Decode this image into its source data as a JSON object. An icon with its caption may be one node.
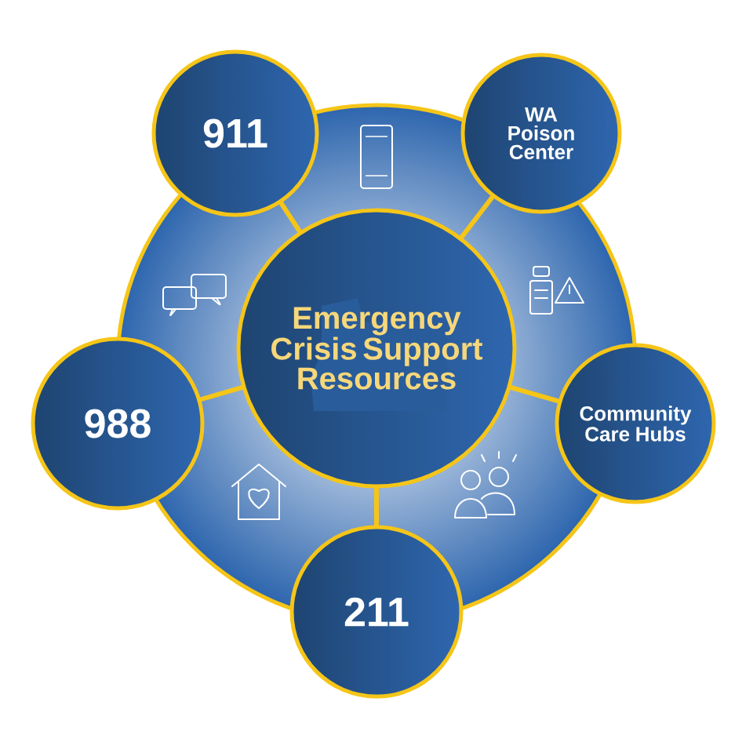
{
  "diagram": {
    "nodes": [
      {
        "text": [
          "Emergency Crisis Support Resources"
        ]
      },
      {
        "text": [
          "911"
        ]
      },
      {
        "text": [
          "WA Poison Center"
        ]
      },
      {
        "text": [
          "988"
        ]
      },
      {
        "text": [
          "Community Care Hubs"
        ]
      },
      {
        "text": [
          "211"
        ]
      }
    ],
    "edges": [
      {
        "from": 0,
        "to": 1,
        "arrow": "none"
      },
      {
        "from": 0,
        "to": 2,
        "arrow": "none"
      },
      {
        "from": 0,
        "to": 4,
        "arrow": "none"
      },
      {
        "from": 0,
        "to": 5,
        "arrow": "none"
      },
      {
        "from": 0,
        "to": 3,
        "arrow": "none"
      }
    ]
  }
}
